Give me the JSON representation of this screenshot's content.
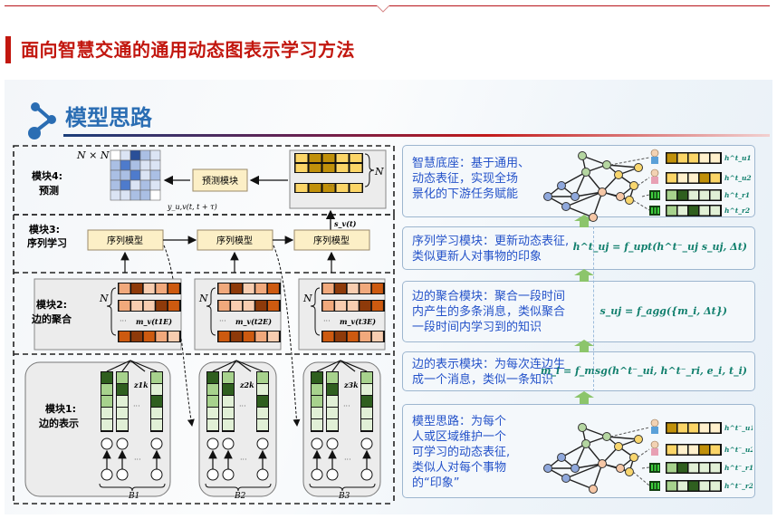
{
  "page": {
    "title": "面向智慧交通的通用动态图表示学习方法",
    "section_title": "模型思路"
  },
  "diagram": {
    "module4": {
      "label_line1": "模块4:",
      "label_line2": "预测",
      "matrix_label": "N × N",
      "predict_box": "预测模块",
      "output_label": "y_u,v(t, t + τ)",
      "n_label": "N",
      "ellipsis": "···"
    },
    "module3": {
      "label_line1": "模块3:",
      "label_line2": "序列学习",
      "seq_model": "序列模型",
      "state_label": "s_v(t)"
    },
    "module2": {
      "label_line1": "模块2:",
      "label_line2": "边的聚合",
      "n_label": "N",
      "ellipsis": "···",
      "messages": [
        "m_v(t1E)",
        "m_v(t2E)",
        "m_v(t3E)"
      ]
    },
    "module1": {
      "label_line1": "模块1:",
      "label_line2": "边的表示",
      "z_labels": [
        "z1k",
        "z2k",
        "z3k"
      ],
      "batch_labels": [
        "B1",
        "B2",
        "B3"
      ],
      "ellipsis": "···"
    }
  },
  "right_panels": [
    {
      "text_lines": [
        "智慧底座：基于通用、",
        "动态表征，实现全场",
        "景化的下游任务赋能"
      ],
      "embeddings": [
        "h^t_u1",
        "h^t_u2",
        "h^t_r1",
        "h^t_r2"
      ]
    },
    {
      "text_lines": [
        "序列学习模块：更新动态表征,",
        "类似更新人对事物的印象"
      ],
      "formula": "h^t_uj = f_upt(h^t⁻_uj s_uj, Δt)"
    },
    {
      "text_lines": [
        "边的聚合模块：聚合一段时间",
        "内产生的多条消息，类似聚合",
        "一段时间内学习到的知识"
      ],
      "formula": "s_uj = f_agg({m_i, Δt})"
    },
    {
      "text_lines": [
        "边的表示模块：为每次连边生",
        "成一个消息，类似一条知识"
      ],
      "formula": "m_i = f_msg(h^t⁻_ui, h^t⁻_ri, e_i, t_i)"
    },
    {
      "text_lines": [
        "模型思路：为每个",
        "人或区域维护一个",
        "可学习的动态表征,",
        "类似人对每个事物",
        "的“印象”"
      ],
      "embeddings": [
        "h^t⁻_u1",
        "h^t⁻_u2",
        "h^t⁻_r1",
        "h^t⁻_r2"
      ]
    }
  ],
  "colors": {
    "brand_red": "#c2170f",
    "section_blue": "#2a6db3",
    "text_blue": "#2452c9",
    "formula_green": "#13806e",
    "arrow_green": "#8cc56b"
  }
}
